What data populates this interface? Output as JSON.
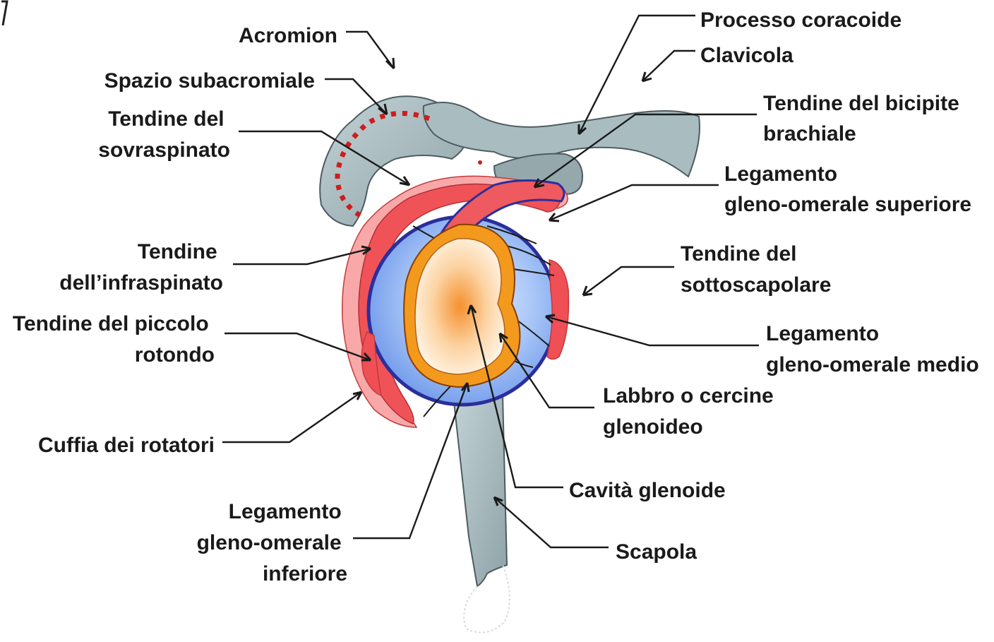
{
  "labels": {
    "acromion": [
      "Acromion"
    ],
    "spazio_subacromiale": [
      "Spazio subacromiale"
    ],
    "tendine_sovraspinato": [
      "Tendine del",
      "sovraspinato"
    ],
    "tendine_infraspinato": [
      "Tendine",
      "dell’infraspinato"
    ],
    "tendine_piccolo_rotondo": [
      "Tendine del piccolo",
      "rotondo"
    ],
    "cuffia_rotatori": [
      "Cuffia dei rotatori"
    ],
    "legamento_inferiore": [
      "Legamento",
      "gleno-omerale",
      "inferiore"
    ],
    "processo_coracoide": [
      "Processo coracoide"
    ],
    "clavicola": [
      "Clavicola"
    ],
    "tendine_bicipite": [
      "Tendine del bicipite",
      "brachiale"
    ],
    "legamento_superiore": [
      "Legamento",
      "gleno-omerale superiore"
    ],
    "tendine_sottoscapolare": [
      "Tendine del",
      "sottoscapolare"
    ],
    "legamento_medio": [
      "Legamento",
      "gleno-omerale medio"
    ],
    "labbro_glenoideo": [
      "Labbro o cercine",
      "glenoideo"
    ],
    "cavita_glenoide": [
      "Cavità glenoide"
    ],
    "scapola": [
      "Scapola"
    ]
  },
  "colors": {
    "bone": "#9fb3b7",
    "bone_outline": "#4d5c60",
    "tendon_red": "#ef4f55",
    "tendon_pink": "#f7a4a4",
    "capsule_blue": "#7fa6f0",
    "capsule_outline": "#2a2f9c",
    "labrum_orange": "#f39a1e",
    "cavity_center": "#f7a34a",
    "dotted_space": "#d01c1c",
    "text": "#1a1a1a"
  }
}
